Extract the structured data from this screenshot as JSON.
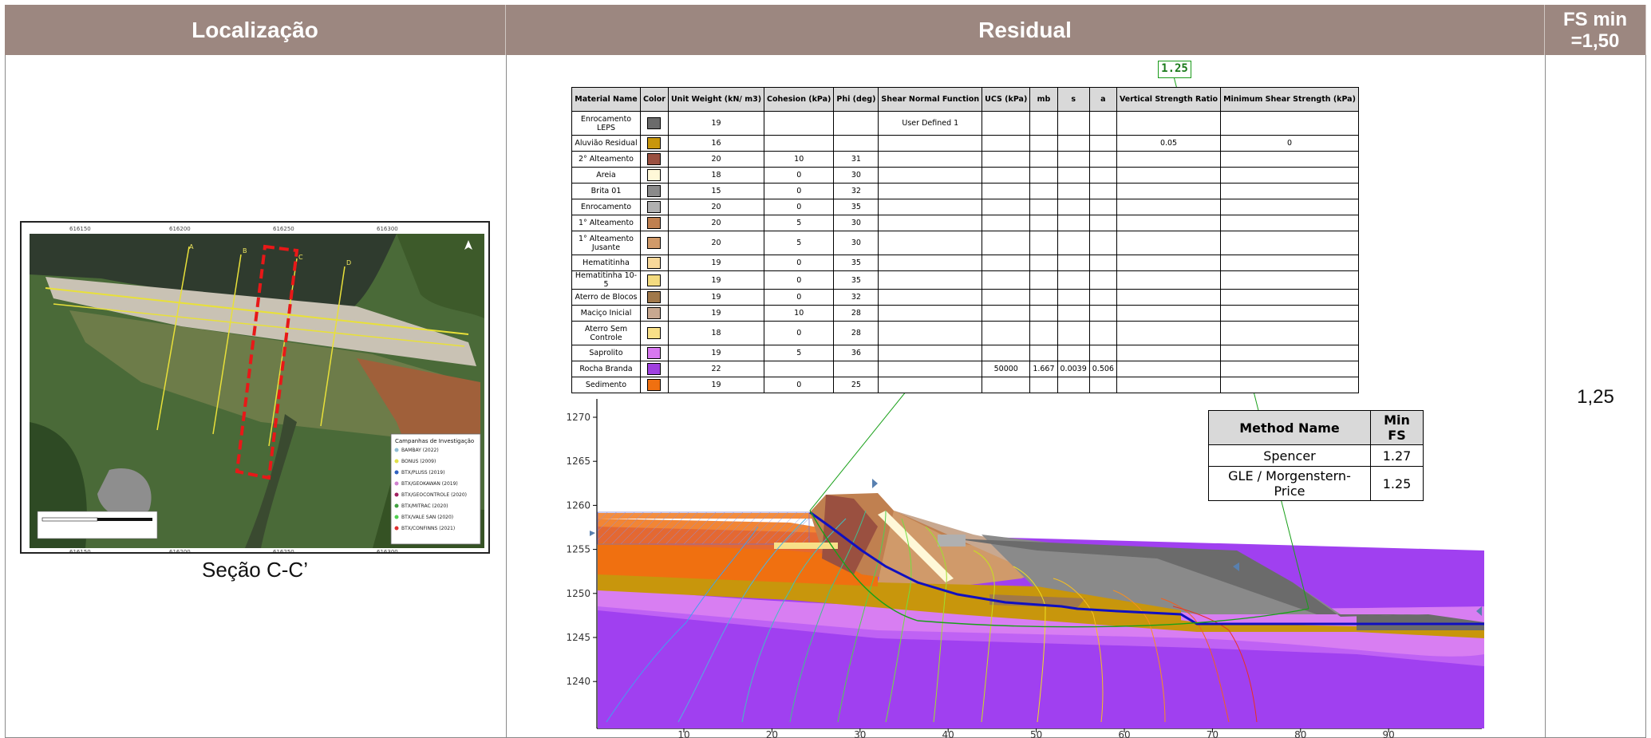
{
  "header": {
    "col1": "Localização",
    "col2": "Residual",
    "col3_line1": "FS min",
    "col3_line2": "=1,50"
  },
  "location": {
    "caption": "Seção C-C’",
    "map_grid_top": [
      "616150",
      "616200",
      "616250",
      "616300"
    ],
    "map_grid_bottom": [
      "616150",
      "616200",
      "616250",
      "616300"
    ],
    "section_labels": [
      "A",
      "B",
      "C",
      "D"
    ],
    "legend_title": "Campanhas de Investigação",
    "legend_items": [
      {
        "label": "BAMBAY (2022)",
        "color": "#8fbcd4"
      },
      {
        "label": "BONUS (2009)",
        "color": "#e0e04a"
      },
      {
        "label": "BTX/PLUSS (2019)",
        "color": "#3060c0"
      },
      {
        "label": "BTX/GEOKAWAN (2019)",
        "color": "#d080d0"
      },
      {
        "label": "BTX/GEOCONTROLE (2020)",
        "color": "#a02060"
      },
      {
        "label": "BTX/MITRAC (2020)",
        "color": "#40a040"
      },
      {
        "label": "BTX/VALE SAN (2020)",
        "color": "#50d050"
      },
      {
        "label": "BTX/CONFINNS (2021)",
        "color": "#e03030"
      }
    ]
  },
  "fs_tag": "1.25",
  "materials_table": {
    "headers": [
      "Material Name",
      "Color",
      "Unit Weight (kN/ m3)",
      "Cohesion (kPa)",
      "Phi (deg)",
      "Shear Normal Function",
      "UCS (kPa)",
      "mb",
      "s",
      "a",
      "Vertical Strength Ratio",
      "Minimum Shear Strength (kPa)"
    ],
    "rows": [
      {
        "name": "Enrocamento LEPS",
        "color": "#6b6b6b",
        "uw": "19",
        "coh": "",
        "phi": "",
        "snf": "User Defined 1",
        "ucs": "",
        "mb": "",
        "s": "",
        "a": "",
        "vsr": "",
        "mss": "",
        "tall": true
      },
      {
        "name": "Aluvião Residual",
        "color": "#c8960c",
        "uw": "16",
        "coh": "",
        "phi": "",
        "snf": "",
        "ucs": "",
        "mb": "",
        "s": "",
        "a": "",
        "vsr": "0.05",
        "mss": "0",
        "tall": false
      },
      {
        "name": "2° Alteamento",
        "color": "#9a5040",
        "uw": "20",
        "coh": "10",
        "phi": "31",
        "snf": "",
        "ucs": "",
        "mb": "",
        "s": "",
        "a": "",
        "vsr": "",
        "mss": "",
        "tall": false
      },
      {
        "name": "Areia",
        "color": "#fff8d8",
        "uw": "18",
        "coh": "0",
        "phi": "30",
        "snf": "",
        "ucs": "",
        "mb": "",
        "s": "",
        "a": "",
        "vsr": "",
        "mss": "",
        "tall": false
      },
      {
        "name": "Brita 01",
        "color": "#8a8a8a",
        "uw": "15",
        "coh": "0",
        "phi": "32",
        "snf": "",
        "ucs": "",
        "mb": "",
        "s": "",
        "a": "",
        "vsr": "",
        "mss": "",
        "tall": false
      },
      {
        "name": "Enrocamento",
        "color": "#b0b0b0",
        "uw": "20",
        "coh": "0",
        "phi": "35",
        "snf": "",
        "ucs": "",
        "mb": "",
        "s": "",
        "a": "",
        "vsr": "",
        "mss": "",
        "tall": false
      },
      {
        "name": "1° Alteamento",
        "color": "#c08050",
        "uw": "20",
        "coh": "5",
        "phi": "30",
        "snf": "",
        "ucs": "",
        "mb": "",
        "s": "",
        "a": "",
        "vsr": "",
        "mss": "",
        "tall": false
      },
      {
        "name": "1° Alteamento Jusante",
        "color": "#d09a6a",
        "uw": "20",
        "coh": "5",
        "phi": "30",
        "snf": "",
        "ucs": "",
        "mb": "",
        "s": "",
        "a": "",
        "vsr": "",
        "mss": "",
        "tall": true
      },
      {
        "name": "Hematitinha",
        "color": "#f8d89a",
        "uw": "19",
        "coh": "0",
        "phi": "35",
        "snf": "",
        "ucs": "",
        "mb": "",
        "s": "",
        "a": "",
        "vsr": "",
        "mss": "",
        "tall": false
      },
      {
        "name": "Hematitinha 10-5",
        "color": "#f4dc80",
        "uw": "19",
        "coh": "0",
        "phi": "35",
        "snf": "",
        "ucs": "",
        "mb": "",
        "s": "",
        "a": "",
        "vsr": "",
        "mss": "",
        "tall": false
      },
      {
        "name": "Aterro de Blocos",
        "color": "#a0784a",
        "uw": "19",
        "coh": "0",
        "phi": "32",
        "snf": "",
        "ucs": "",
        "mb": "",
        "s": "",
        "a": "",
        "vsr": "",
        "mss": "",
        "tall": false
      },
      {
        "name": "Maciço Inicial",
        "color": "#c8a890",
        "uw": "19",
        "coh": "10",
        "phi": "28",
        "snf": "",
        "ucs": "",
        "mb": "",
        "s": "",
        "a": "",
        "vsr": "",
        "mss": "",
        "tall": false
      },
      {
        "name": "Aterro Sem Controle",
        "color": "#f8e088",
        "uw": "18",
        "coh": "0",
        "phi": "28",
        "snf": "",
        "ucs": "",
        "mb": "",
        "s": "",
        "a": "",
        "vsr": "",
        "mss": "",
        "tall": true
      },
      {
        "name": "Saprolito",
        "color": "#d878f0",
        "uw": "19",
        "coh": "5",
        "phi": "36",
        "snf": "",
        "ucs": "",
        "mb": "",
        "s": "",
        "a": "",
        "vsr": "",
        "mss": "",
        "tall": false
      },
      {
        "name": "Rocha Branda",
        "color": "#a040e0",
        "uw": "22",
        "coh": "",
        "phi": "",
        "snf": "",
        "ucs": "50000",
        "mb": "1.667",
        "s": "0.0039",
        "a": "0.506",
        "vsr": "",
        "mss": "",
        "tall": false
      },
      {
        "name": "Sedimento",
        "color": "#f07010",
        "uw": "19",
        "coh": "0",
        "phi": "25",
        "snf": "",
        "ucs": "",
        "mb": "",
        "s": "",
        "a": "",
        "vsr": "",
        "mss": "",
        "tall": false
      }
    ]
  },
  "method_table": {
    "headers": [
      "Method Name",
      "Min FS"
    ],
    "rows": [
      {
        "method": "Spencer",
        "fs": "1.27"
      },
      {
        "method": "GLE / Morgenstern-Price",
        "fs": "1.25"
      }
    ]
  },
  "section_plot": {
    "y_ticks": [
      "1270",
      "1265",
      "1260",
      "1255",
      "1250",
      "1245",
      "1240"
    ],
    "x_ticks": [
      "10",
      "20",
      "30",
      "40",
      "50",
      "60",
      "70",
      "80",
      "90"
    ]
  },
  "fs_min_value": "1,25"
}
